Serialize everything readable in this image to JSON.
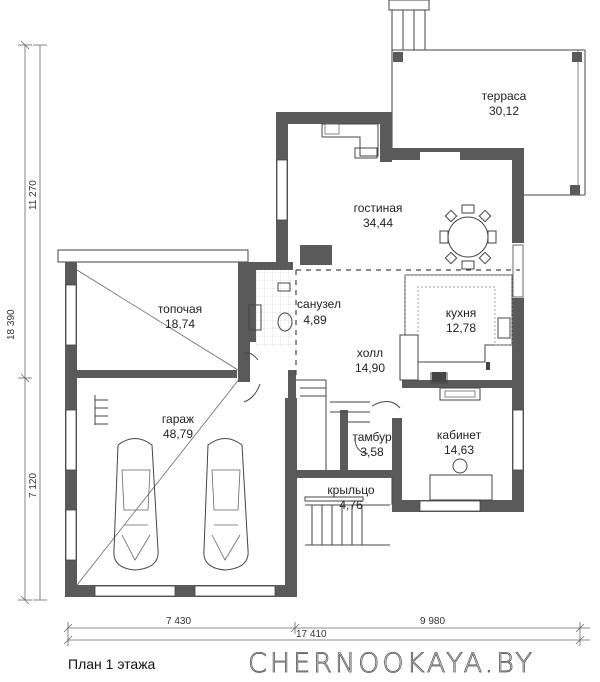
{
  "rooms": {
    "terrace": {
      "name": "терраса",
      "area": "30,12"
    },
    "living": {
      "name": "гостиная",
      "area": "34,44"
    },
    "boiler": {
      "name": "топочая",
      "area": "18,74"
    },
    "bathroom": {
      "name": "санузел",
      "area": "4,89"
    },
    "kitchen": {
      "name": "кухня",
      "area": "12,78"
    },
    "hall": {
      "name": "холл",
      "area": "14,90"
    },
    "garage": {
      "name": "гараж",
      "area": "48,79"
    },
    "vestibule": {
      "name": "тамбур",
      "area": "3,58"
    },
    "study": {
      "name": "кабинет",
      "area": "14,63"
    },
    "porch": {
      "name": "крыльцо",
      "area": "4,76"
    }
  },
  "dimensions": {
    "left_total": "18 390",
    "left_upper": "11 270",
    "left_lower": "7 120",
    "bottom_left": "7 430",
    "bottom_right": "9 980",
    "bottom_total": "17 410"
  },
  "caption": "План 1 этажа",
  "brand": "CHERNOOKAYA.BY"
}
